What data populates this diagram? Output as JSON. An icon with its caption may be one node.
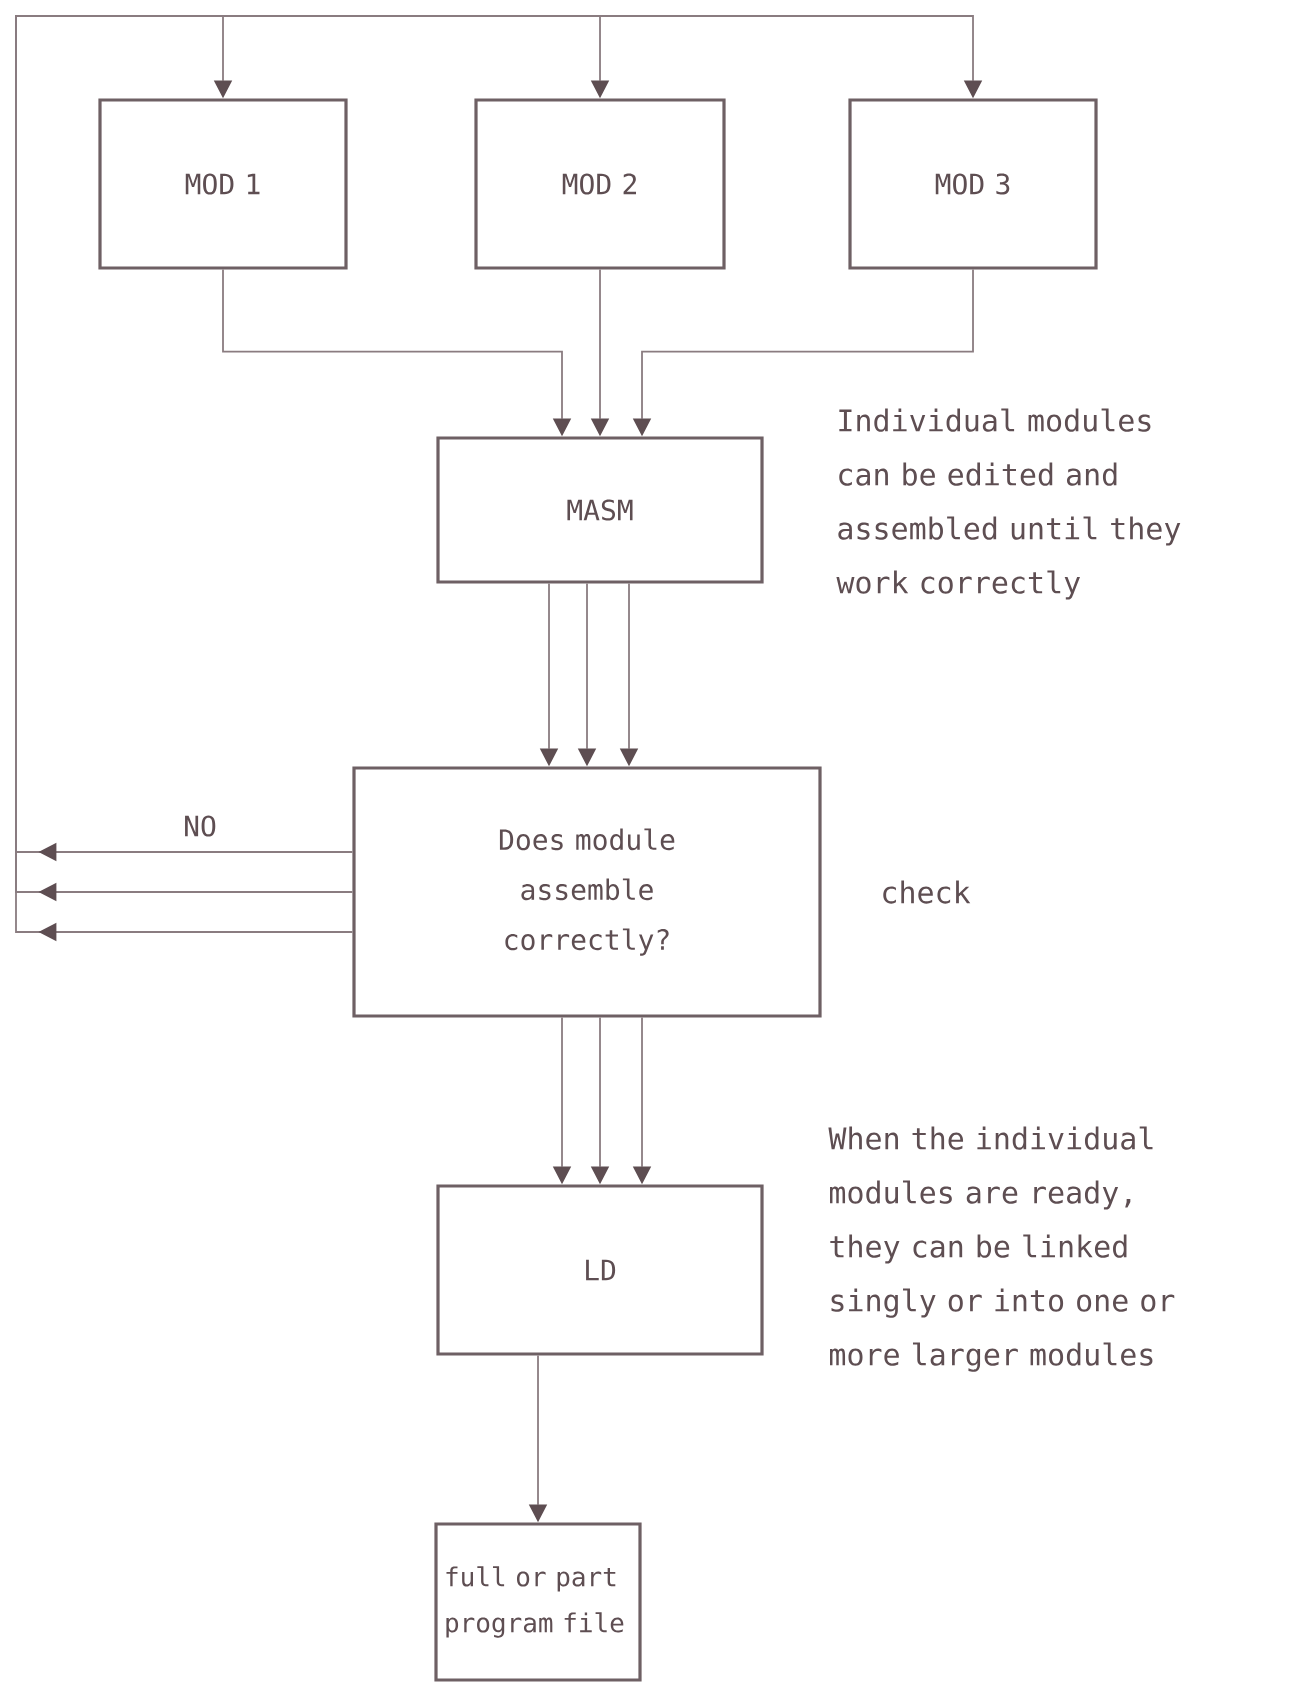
{
  "diagram": {
    "nodes": [
      {
        "text": [
          "MOD 1"
        ]
      },
      {
        "text": [
          "MOD 2"
        ]
      },
      {
        "text": [
          "MOD 3"
        ]
      },
      {
        "text": [
          "MASM"
        ],
        "beside": [
          "Individual modules can be edited and assembled until they work correctly"
        ]
      },
      {
        "text": [
          "Does module assemble correctly?"
        ],
        "beside": [
          "check"
        ]
      },
      {
        "text": [
          "LD"
        ],
        "beside": [
          "When the individual modules are ready, they can be linked singly or into one or more larger modules"
        ]
      },
      {
        "text": [
          "full or part program file"
        ]
      }
    ],
    "edges": [
      {
        "from": 0,
        "to": 3,
        "arrow": "to"
      },
      {
        "from": 1,
        "to": 3,
        "arrow": "to"
      },
      {
        "from": 2,
        "to": 3,
        "arrow": "to"
      },
      {
        "from": 3,
        "to": 4,
        "arrow": "to"
      },
      {
        "from": 3,
        "to": 4,
        "arrow": "to"
      },
      {
        "from": 3,
        "to": 4,
        "arrow": "to"
      },
      {
        "from": 4,
        "to": 5,
        "arrow": "to"
      },
      {
        "from": 4,
        "to": 5,
        "arrow": "to"
      },
      {
        "from": 4,
        "to": 5,
        "arrow": "to"
      },
      {
        "from": 5,
        "to": 6,
        "arrow": "to"
      },
      {
        "from": 4,
        "to": 0,
        "arrow": "to",
        "label": "NO"
      },
      {
        "from": 4,
        "to": 1,
        "arrow": "to"
      },
      {
        "from": 4,
        "to": 2,
        "arrow": "to"
      }
    ]
  }
}
